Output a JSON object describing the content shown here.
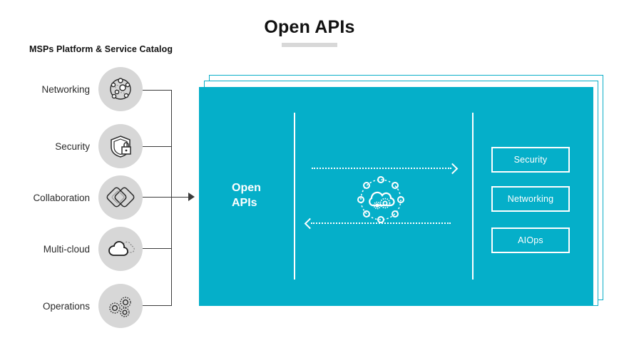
{
  "header": {
    "title": "Open APIs",
    "catalog_heading": "MSPs Platform & Service Catalog"
  },
  "colors": {
    "panel_teal": "#05AFC9",
    "badge_gray": "#d7d7d7",
    "underline_gray": "#d8d8d8",
    "connector_dark": "#3b3b3b",
    "text_white": "#ffffff"
  },
  "catalog": {
    "items": [
      {
        "label": "Networking",
        "icon": "network-nodes-icon"
      },
      {
        "label": "Security",
        "icon": "shield-lock-icon"
      },
      {
        "label": "Collaboration",
        "icon": "overlapping-diamonds-icon"
      },
      {
        "label": "Multi-cloud",
        "icon": "two-clouds-icon"
      },
      {
        "label": "Operations",
        "icon": "three-gears-icon"
      }
    ]
  },
  "panel": {
    "title": "Open\nAPIs",
    "center_icon": "cloud-gears-network-icon",
    "flow_right_icon": "dotted-arrow-right-icon",
    "flow_left_icon": "dotted-arrow-left-icon",
    "services": [
      {
        "label": "Security"
      },
      {
        "label": "Networking"
      },
      {
        "label": "AIOps"
      }
    ]
  }
}
